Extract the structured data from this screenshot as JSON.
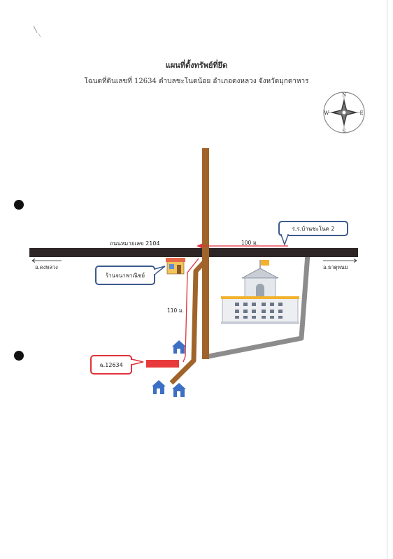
{
  "title": "แผนที่ตั้งทรัพย์ที่ยึด",
  "subtitle": "โฉนดที่ดินเลขที่ 12634 ตำบลชะโนดน้อย อำเภอดงหลวง จังหวัดมุกดาหาร",
  "compass": {
    "n": "N",
    "s": "S",
    "e": "E",
    "w": "W"
  },
  "road": {
    "name": "ถนนหมายเลข 2104",
    "to_left": "อ.ดงหลวง",
    "to_right": "อ.ธาตุพนม"
  },
  "distances": {
    "along_road": "100 ม.",
    "to_parcel": "110 ม."
  },
  "landmarks": {
    "school": "ร.ร.บ้านชะโนด 2",
    "shop": "ร้านจนาพาณิชย์"
  },
  "parcel": {
    "label": "ฉ.12634"
  },
  "colors": {
    "main_road": "#2e2626",
    "side_road": "#a0642a",
    "gray_road": "#8c8c8c",
    "route": "#e0323c",
    "callout_border": "#3c5a8c",
    "house": "#3d6fc4",
    "parcel_marker": "#e83a3a"
  },
  "icons": [
    "compass-rose-icon",
    "house-icon",
    "school-icon",
    "shop-icon",
    "arrow-left-icon",
    "arrow-right-icon"
  ]
}
